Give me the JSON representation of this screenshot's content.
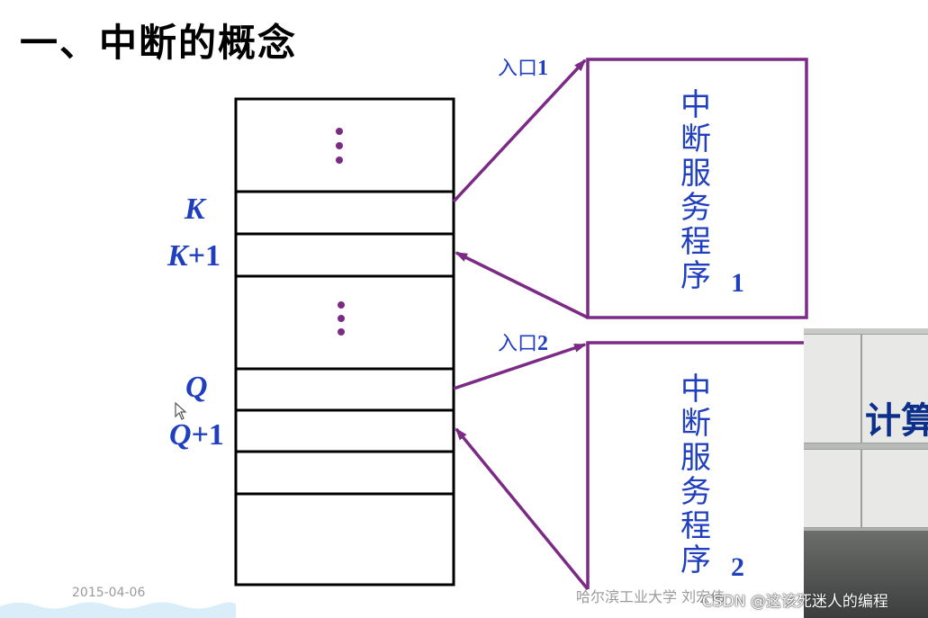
{
  "slide": {
    "title": "一、中断的概念"
  },
  "memory": {
    "labels": {
      "k": "K",
      "k1_var": "K",
      "k1_plus": "+1",
      "q": "Q",
      "q1_var": "Q",
      "q1_plus": "+1"
    }
  },
  "entries": {
    "entry1_text": "入口",
    "entry1_num": "1",
    "entry2_text": "入口",
    "entry2_num": "2"
  },
  "isr": {
    "box1_text": "中\n断\n服\n务\n程\n序",
    "box1_num": "1",
    "box2_text": "中\n断\n服\n务\n程\n序",
    "box2_num": "2"
  },
  "footer": {
    "date": "2015-04-06",
    "org": "哈尔滨工业大学  刘宏伟",
    "watermark": "CSDN @这该死迷人的编程"
  },
  "video": {
    "sign_text": "计算"
  },
  "colors": {
    "label_blue": "#1f3fbf",
    "arrow_purple": "#7b2a86",
    "dots_purple": "#7b2a86",
    "line_black": "#000000"
  },
  "icons": {
    "cursor": "mouse-pointer-icon",
    "dots": "vertical-ellipsis-icon"
  }
}
